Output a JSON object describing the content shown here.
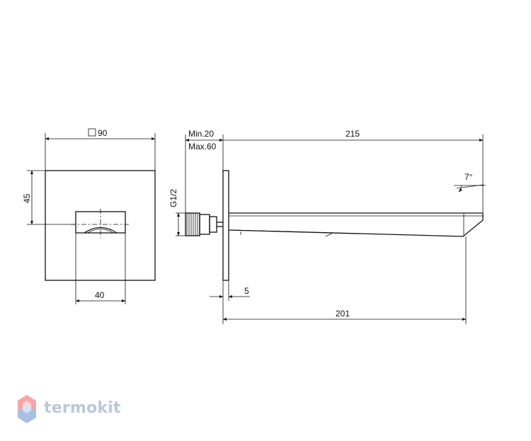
{
  "drawing": {
    "front_view": {
      "plate_size_label": "90",
      "height_label": "45",
      "spout_width_label": "40"
    },
    "side_view": {
      "wall_thickness_min_label": "Min.20",
      "wall_thickness_max_label": "Max.60",
      "thread_label": "G1/2",
      "length_label": "215",
      "angle_label": "7°",
      "plate_thickness_label": "5",
      "projection_label": "201"
    }
  },
  "brand": {
    "name": "termokit",
    "colors": {
      "logo_top": "#f4a7a7",
      "logo_bottom": "#a9bfe4",
      "text": "#bcc8da",
      "line": "#111111"
    }
  }
}
